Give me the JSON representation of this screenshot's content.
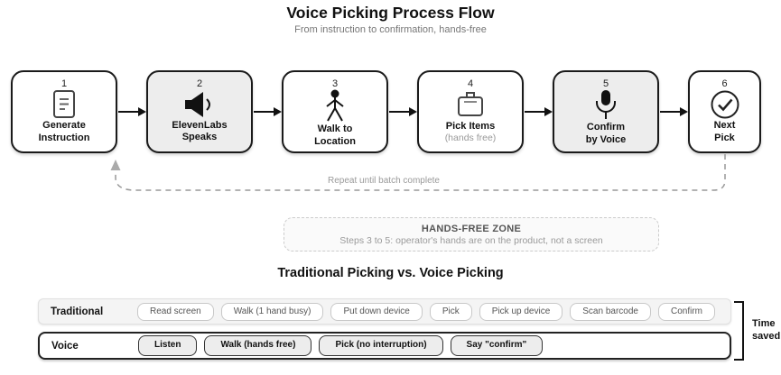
{
  "header": {
    "title": "Voice Picking Process Flow",
    "subtitle": "From instruction to confirmation, hands-free"
  },
  "flow": {
    "steps": [
      {
        "number": "1",
        "icon": "document-icon",
        "label": "Generate\nInstruction",
        "sublabel": "",
        "highlighted": false
      },
      {
        "number": "2",
        "icon": "speaker-icon",
        "label": "ElevenLabs\nSpeaks",
        "sublabel": "",
        "highlighted": true
      },
      {
        "number": "3",
        "icon": "walking-person-icon",
        "label": "Walk to\nLocation",
        "sublabel": "",
        "highlighted": false
      },
      {
        "number": "4",
        "icon": "box-icon",
        "label": "Pick Items",
        "sublabel": "(hands free)",
        "highlighted": false
      },
      {
        "number": "5",
        "icon": "microphone-icon",
        "label": "Confirm\nby Voice",
        "sublabel": "",
        "highlighted": true
      },
      {
        "number": "6",
        "icon": "check-circle-icon",
        "label": "Next\nPick",
        "sublabel": "",
        "highlighted": false
      }
    ],
    "loop_label": "Repeat until batch complete"
  },
  "hands_free_zone": {
    "title": "HANDS-FREE ZONE",
    "description": "Steps 3 to 5: operator's hands are on the product, not a screen"
  },
  "comparison": {
    "title": "Traditional Picking vs. Voice Picking",
    "rows": [
      {
        "label": "Traditional",
        "steps": [
          "Read screen",
          "Walk (1 hand busy)",
          "Put down device",
          "Pick",
          "Pick up device",
          "Scan barcode",
          "Confirm"
        ]
      },
      {
        "label": "Voice",
        "steps": [
          "Listen",
          "Walk (hands free)",
          "Pick (no interruption)",
          "Say \"confirm\""
        ]
      }
    ],
    "annotation": "Time saved"
  },
  "colors": {
    "box_border": "#1a1a1a",
    "box_bg": "#ffffff",
    "box_highlight_bg": "#ededed",
    "arrow": "#111111",
    "loop_line": "#999999",
    "muted_text": "#999999",
    "zone_bg": "#fafafa",
    "zone_border": "#cccccc",
    "traditional_row_bg": "#f4f4f4",
    "pill_border": "#c8c8c8",
    "voice_pill_bg": "#ededed"
  }
}
